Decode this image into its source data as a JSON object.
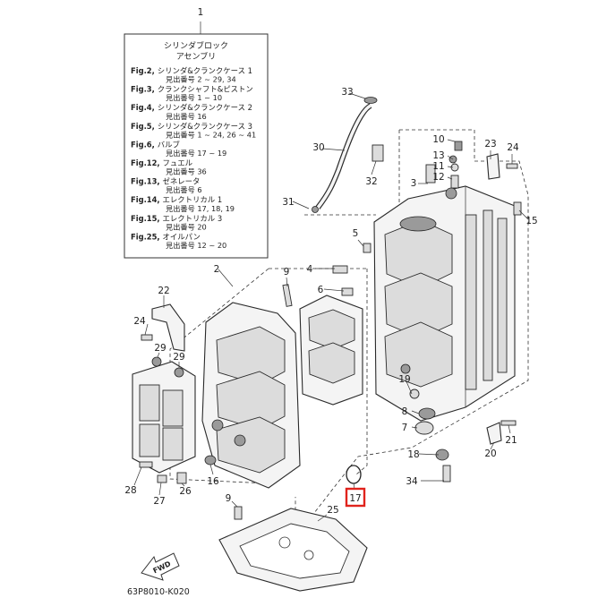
{
  "legend": {
    "title_line1": "シリンダブロック",
    "title_line2": "アセンブリ",
    "entries": [
      {
        "fig": "Fig.2,",
        "name": "シリンダ&クランクケース 1",
        "sub": "見出番号 2 ~ 29, 34"
      },
      {
        "fig": "Fig.3,",
        "name": "クランクシャフト&ピストン",
        "sub": "見出番号 1 ~ 10"
      },
      {
        "fig": "Fig.4,",
        "name": "シリンダ&クランクケース 2",
        "sub": "見出番号 16"
      },
      {
        "fig": "Fig.5,",
        "name": "シリンダ&クランクケース 3",
        "sub": "見出番号 1 ~ 24, 26 ~ 41"
      },
      {
        "fig": "Fig.6,",
        "name": "バルブ",
        "sub": "見出番号 17 ~ 19"
      },
      {
        "fig": "Fig.12,",
        "name": "フュエル",
        "sub": "見出番号 36"
      },
      {
        "fig": "Fig.13,",
        "name": "ゼネレータ",
        "sub": "見出番号 6"
      },
      {
        "fig": "Fig.14,",
        "name": "エレクトリカル 1",
        "sub": "見出番号 17, 18, 19"
      },
      {
        "fig": "Fig.15,",
        "name": "エレクトリカル 3",
        "sub": "見出番号 20"
      },
      {
        "fig": "Fig.25,",
        "name": "オイルパン",
        "sub": "見出番号 12 ~ 20"
      }
    ]
  },
  "callouts": {
    "n1": "1",
    "n2": "2",
    "n3": "3",
    "n4": "4",
    "n5": "5",
    "n6": "6",
    "n7": "7",
    "n8": "8",
    "n9": "9",
    "n10": "10",
    "n11": "11",
    "n12": "12",
    "n13": "13",
    "n15": "15",
    "n16": "16",
    "n17": "17",
    "n18": "18",
    "n19": "19",
    "n20": "20",
    "n21": "21",
    "n22": "22",
    "n23": "23",
    "n24a": "24",
    "n24b": "24",
    "n25": "25",
    "n26": "26",
    "n27": "27",
    "n28": "28",
    "n29a": "29",
    "n29b": "29",
    "n30": "30",
    "n31": "31",
    "n32": "32",
    "n33": "33",
    "n34": "34"
  },
  "highlight": {
    "part": "17",
    "color": "#e0231c"
  },
  "fwd_label": "FWD",
  "diagram_code": "63P8010-K020"
}
